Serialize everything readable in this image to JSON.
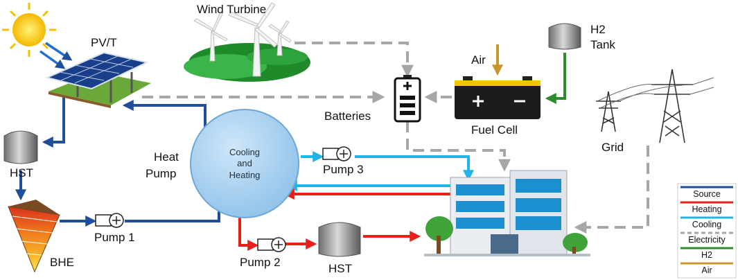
{
  "labels": {
    "wind_turbine": "Wind Turbine",
    "pvt": "PV/T",
    "h2_line1": "H2",
    "h2_line2": "Tank",
    "air": "Air",
    "batteries": "Batteries",
    "fuel_cell": "Fuel Cell",
    "grid": "Grid",
    "hst_top": "HST",
    "heat_pump_line1": "Heat",
    "heat_pump_line2": "Pump",
    "circle_line1": "Cooling",
    "circle_line2": "and",
    "circle_line3": "Heating",
    "pump3": "Pump 3",
    "pump1": "Pump 1",
    "pump2": "Pump 2",
    "bhe": "BHE",
    "hst_bottom": "HST"
  },
  "legend": [
    {
      "label": "Source",
      "color": "#1f4e9c",
      "dashed": false
    },
    {
      "label": "Heating",
      "color": "#e8201a",
      "dashed": false
    },
    {
      "label": "Cooling",
      "color": "#1fb4ea",
      "dashed": false
    },
    {
      "label": "Electricity",
      "color": "#a6a6a6",
      "dashed": true
    },
    {
      "label": "H2",
      "color": "#2e8b2e",
      "dashed": false
    },
    {
      "label": "Air",
      "color": "#c8962a",
      "dashed": false
    }
  ],
  "colors": {
    "source": "#1f4e9c",
    "heating": "#e8201a",
    "cooling": "#1fb4ea",
    "electricity": "#a6a6a6",
    "h2": "#2e8b2e",
    "air": "#c8962a"
  }
}
